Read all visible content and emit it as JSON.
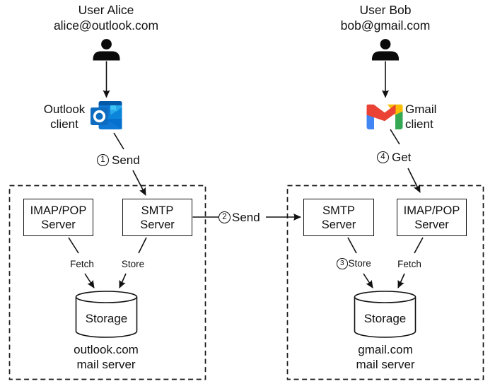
{
  "alice": {
    "title": "User Alice",
    "email": "alice@outlook.com",
    "client_line1": "Outlook",
    "client_line2": "client"
  },
  "bob": {
    "title": "User Bob",
    "email": "bob@gmail.com",
    "client_line1": "Gmail",
    "client_line2": "client"
  },
  "steps": {
    "step1": {
      "num": "1",
      "label": "Send"
    },
    "step2": {
      "num": "2",
      "label": "Send"
    },
    "step3": {
      "num": "3",
      "label": "Store"
    },
    "step4": {
      "num": "4",
      "label": "Get"
    }
  },
  "left_server": {
    "box1_line1": "IMAP/POP",
    "box1_line2": "Server",
    "box2_line1": "SMTP",
    "box2_line2": "Server",
    "fetch": "Fetch",
    "store": "Store",
    "storage": "Storage",
    "name_line1": "outlook.com",
    "name_line2": "mail server"
  },
  "right_server": {
    "box1_line1": "SMTP",
    "box1_line2": "Server",
    "box2_line1": "IMAP/POP",
    "box2_line2": "Server",
    "store": "Store",
    "fetch": "Fetch",
    "storage": "Storage",
    "name_line1": "gmail.com",
    "name_line2": "mail server"
  },
  "icons": {
    "person": "person-icon",
    "outlook": "outlook-logo-icon",
    "gmail": "gmail-logo-icon",
    "storage": "database-cylinder-icon"
  },
  "colors": {
    "line": "#111111",
    "gmail_blue": "#4285f4",
    "gmail_red": "#ea4335",
    "gmail_yellow": "#fbbc04",
    "gmail_green": "#34a853",
    "outlook_front": "#0d6cc0",
    "outlook_back": "#0f78d4",
    "outlook_light": "#28a8ea",
    "outlook_lighter": "#3dc5f5",
    "outlook_dark": "#0358a8",
    "envelope": "#0a85d9",
    "envelope_shade": "#0670ce"
  }
}
